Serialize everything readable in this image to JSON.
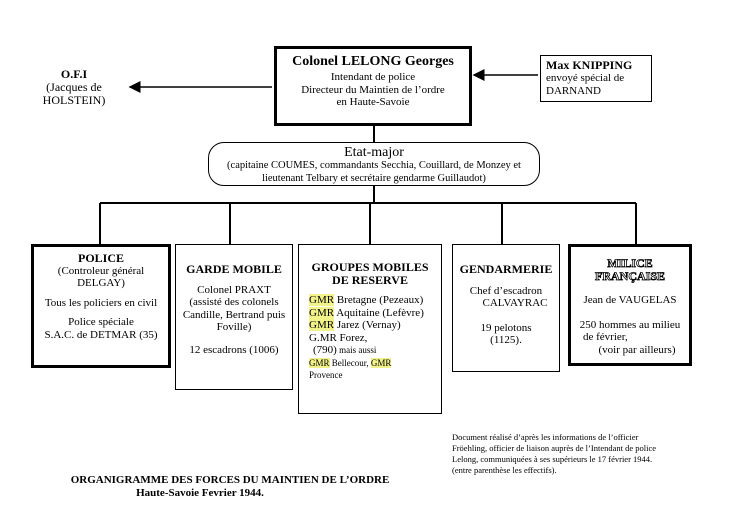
{
  "top": {
    "title": "Colonel LELONG Georges",
    "lines": [
      "Intendant de police",
      "Directeur du Maintien de l’ordre",
      "en Haute-Savoie"
    ]
  },
  "ofi": {
    "lines": [
      "O.F.I",
      "(Jacques de",
      "HOLSTEIN)"
    ]
  },
  "knipping": {
    "title": "Max KNIPPING",
    "lines": [
      "envoyé spécial de",
      "DARNAND"
    ]
  },
  "etat_major": {
    "title": "Etat-major",
    "lines": [
      "(capitaine COUMES, commandants Secchia, Couillard, de Monzey et",
      "lieutenant Telbary et secrétaire gendarme Guillaudot)"
    ]
  },
  "police": {
    "title": "POLICE",
    "lines": [
      "(Controleur général",
      "DELGAY)",
      "",
      "Tous les policiers en civil",
      "",
      "Police spéciale",
      "S.A.C. de DETMAR (35)"
    ]
  },
  "garde": {
    "title": "GARDE MOBILE",
    "lines": [
      "Colonel PRAXT",
      "(assisté des colonels",
      "Candille, Bertrand puis",
      "Foville)",
      "",
      "12 escadrons (1006)"
    ]
  },
  "gmr": {
    "title_lines": [
      "GROUPES MOBILES",
      "DE RESERVE"
    ],
    "items": [
      {
        "tag": "GMR",
        "text": " Bretagne (Pezeaux)"
      },
      {
        "tag": "GMR",
        "text": " Aquitaine (Lefèvre)"
      },
      {
        "tag": "GMR",
        "text": " Jarez (Vernay)"
      }
    ],
    "forez": "G.MR Forez,",
    "count": "(790)",
    "mais": " mais aussi",
    "bellecour_tag": "GMR",
    "bellecour": " Bellecour, ",
    "provence_tag": "GMR",
    "provence": "Provence"
  },
  "gendarmerie": {
    "title": "GENDARMERIE",
    "lines": [
      "Chef d’escadron",
      "CALVAYRAC",
      "",
      "19 pelotons",
      "(1125)."
    ]
  },
  "milice": {
    "title": "MILICE FRANÇAISE",
    "lines": [
      "Jean de VAUGELAS",
      "",
      "250 hommes au milieu",
      "de février,",
      "(voir par ailleurs)"
    ]
  },
  "source_note": [
    "Document réalisé d’après les informations de l’officier",
    "Fröehling, officier de liaison auprès de l’Intendant de police",
    "Lelong, communiquées à ses supérieurs le 17 février 1944.",
    "(entre parenthèse les effectifs)."
  ],
  "caption": {
    "title": "ORGANIGRAMME DES FORCES DU MAINTIEN DE L’ORDRE",
    "subtitle": "Haute-Savoie Fevrier 1944."
  }
}
